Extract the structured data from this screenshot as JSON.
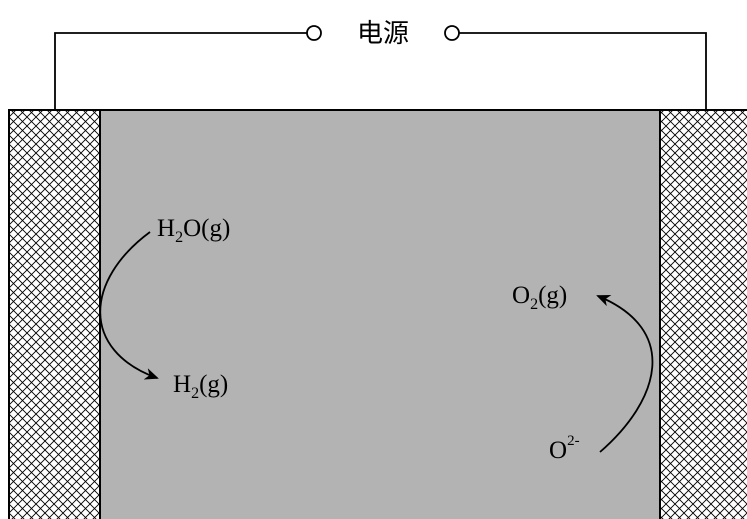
{
  "power_source": {
    "label": "电源"
  },
  "species": {
    "water_vapor": {
      "main": "H",
      "sub": "2",
      "rest": "O(g)"
    },
    "hydrogen": {
      "main": "H",
      "sub": "2",
      "rest": "(g)"
    },
    "oxygen": {
      "main": "O",
      "sub": "2",
      "rest": "(g)"
    },
    "oxide_ion": {
      "main": "O",
      "sup": "2-"
    }
  },
  "colors": {
    "electrolyte": "#b3b3b3",
    "electrode_fill": "#ffffff",
    "lines": "#000000"
  }
}
